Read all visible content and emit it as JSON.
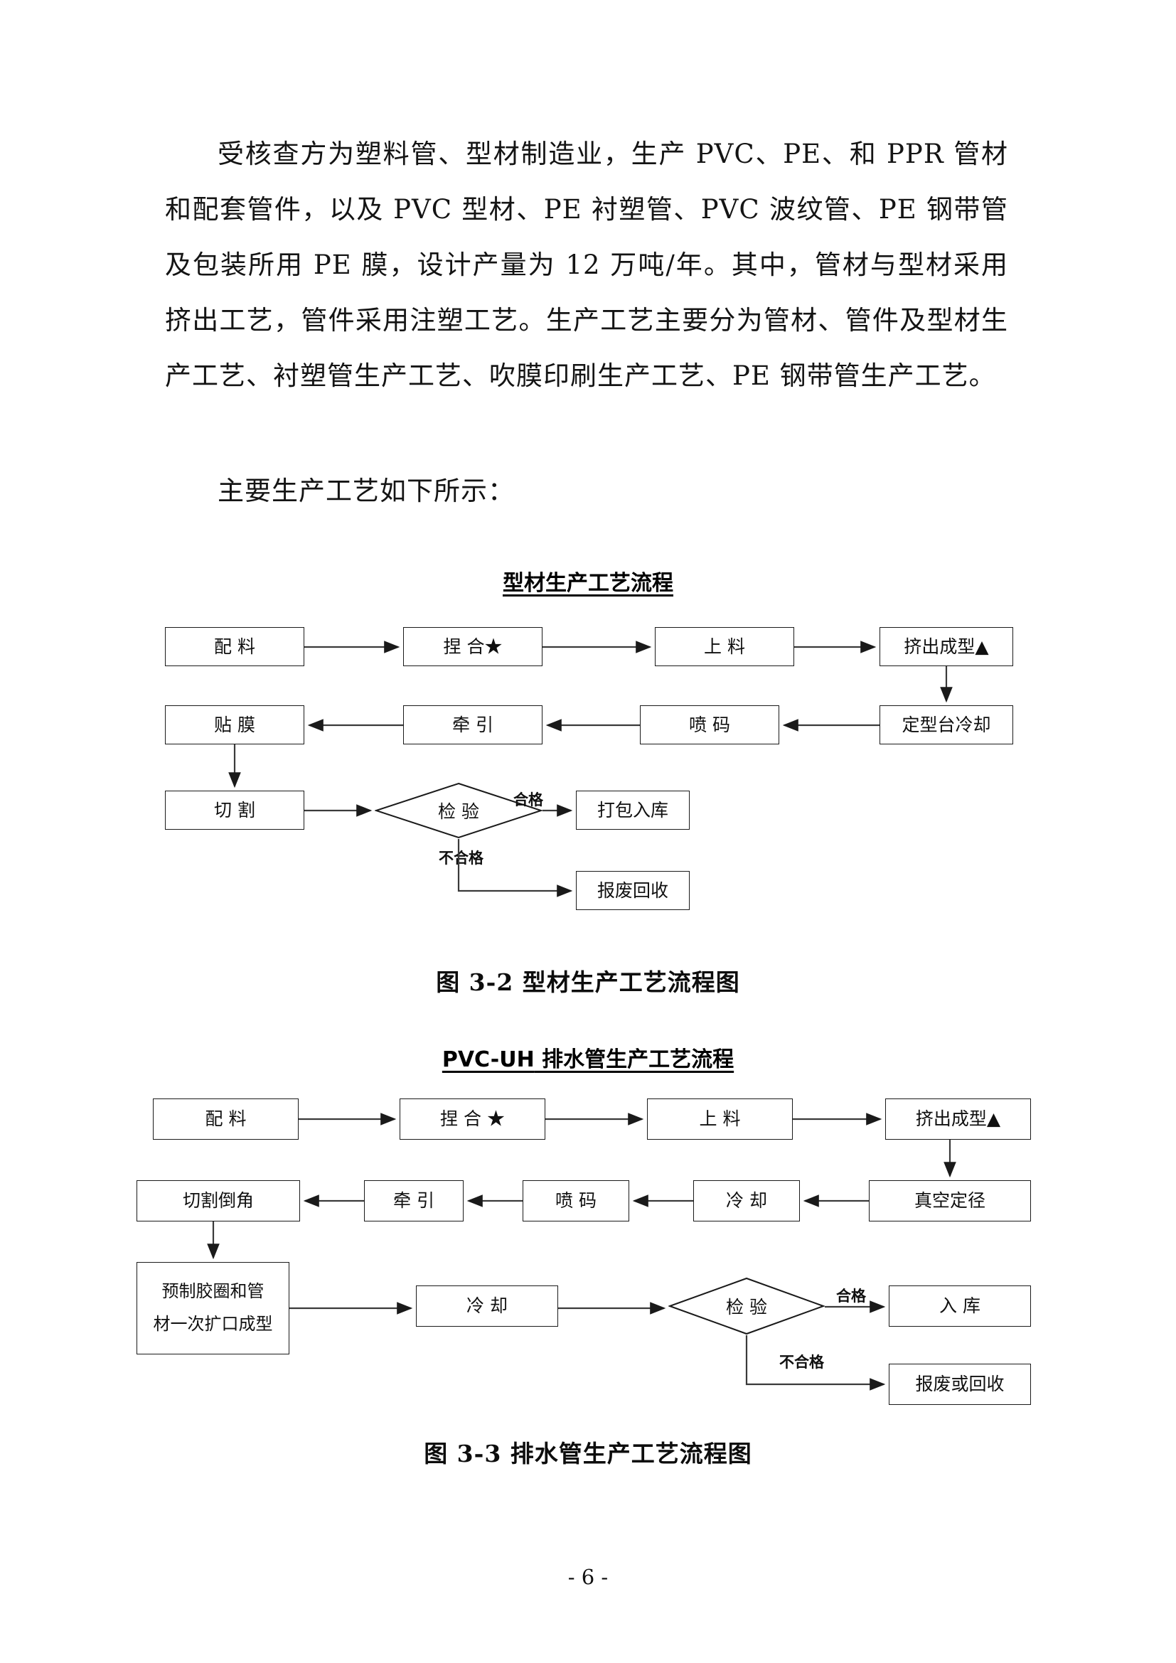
{
  "document": {
    "page_number": "- 6 -",
    "paragraphs": [
      "受核查方为塑料管、型材制造业，生产 PVC、PE、和 PPR 管材和配套管件，以及 PVC 型材、PE 衬塑管、PVC 波纹管、PE 钢带管及包装所用 PE 膜，设计产量为 12 万吨/年。其中，管材与型材采用挤出工艺，管件采用注塑工艺。生产工艺主要分为管材、管件及型材生产工艺、衬塑管生产工艺、吹膜印刷生产工艺、PE 钢带管生产工艺。",
      "主要生产工艺如下所示："
    ]
  },
  "figure1": {
    "title": "型材生产工艺流程",
    "caption": "图 3-2  型材生产工艺流程图",
    "nodes": {
      "n1": "配  料",
      "n2": "捏 合★",
      "n3": "上  料",
      "n4": "挤出成型▲",
      "n5": "定型台冷却",
      "n6": "喷  码",
      "n7": "牵  引",
      "n8": "贴  膜",
      "n9": "切  割",
      "n10": "检  验",
      "n11": "打包入库",
      "n12": "报废回收"
    },
    "edge_labels": {
      "pass": "合格",
      "fail": "不合格"
    }
  },
  "figure2": {
    "title_prefix": "PVC-UH",
    "title_rest": " 排水管生产工艺流程",
    "caption": "图 3-3  排水管生产工艺流程图",
    "nodes": {
      "n1": "配  料",
      "n2": "捏 合 ★",
      "n3": "上  料",
      "n4": "挤出成型▲",
      "n5": "真空定径",
      "n6": "冷  却",
      "n7": "喷  码",
      "n8": "牵  引",
      "n9": "切割倒角",
      "n10a": "预制胶圈和管",
      "n10b": "材一次扩口成型",
      "n11": "冷  却",
      "n12": "检  验",
      "n13": "入  库",
      "n14": "报废或回收"
    },
    "edge_labels": {
      "pass": "合格",
      "fail": "不合格"
    }
  }
}
